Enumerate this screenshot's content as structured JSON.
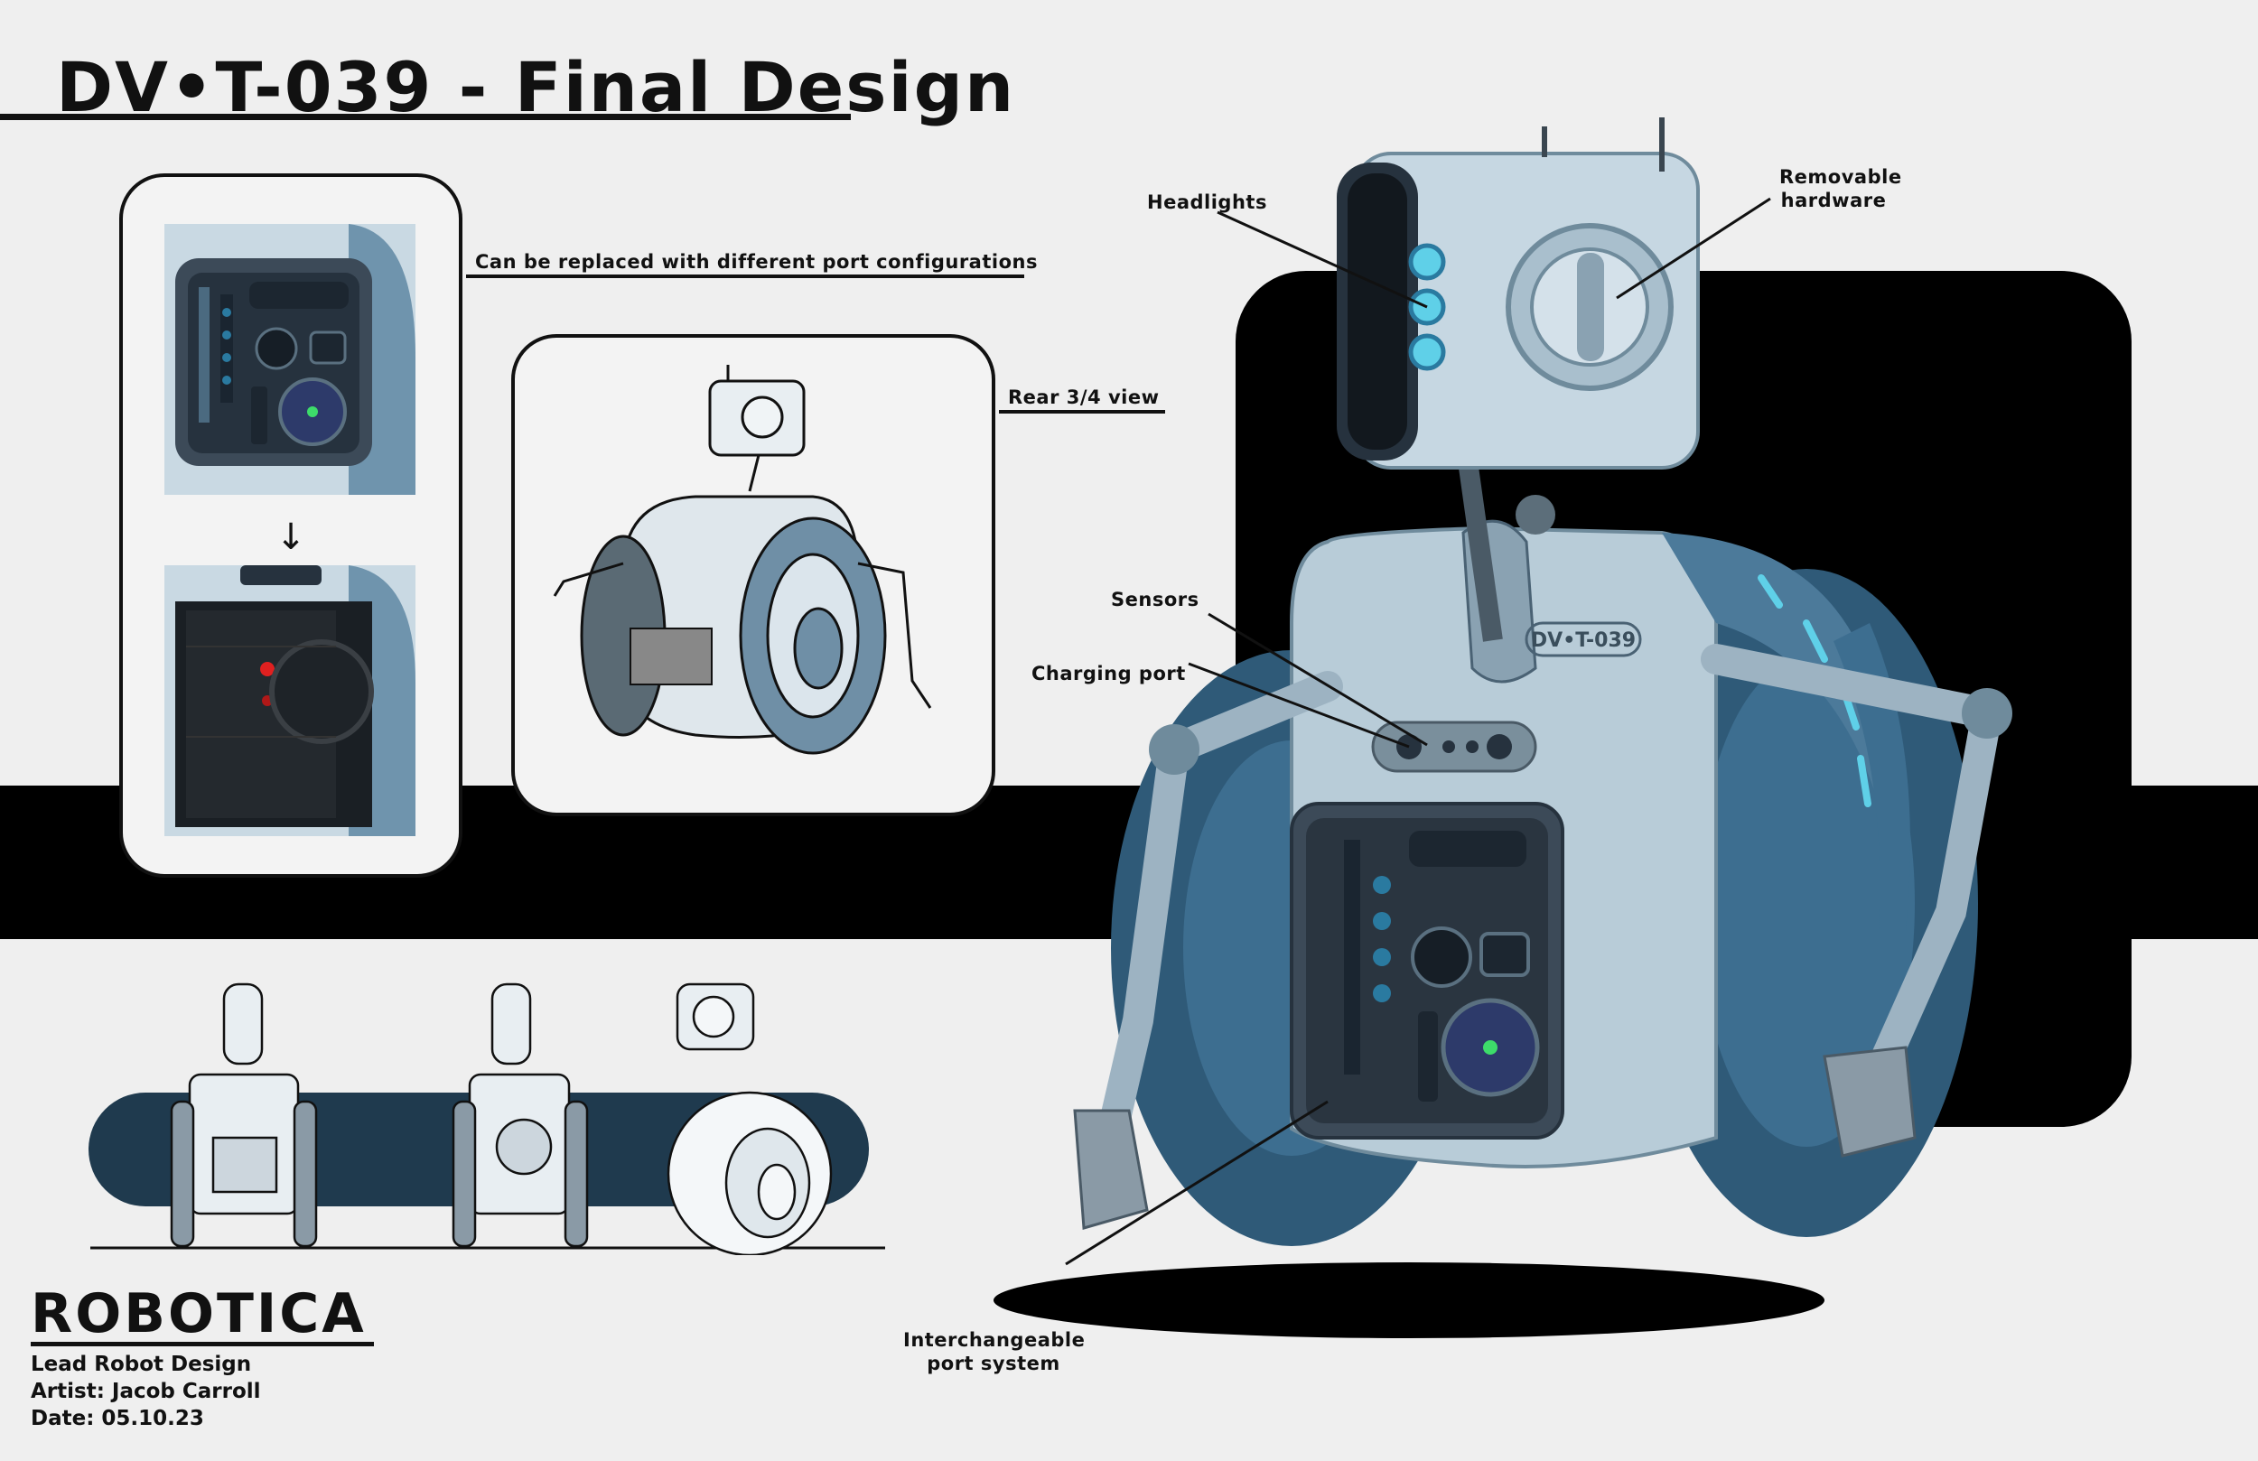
{
  "sheet": {
    "title": "DV•T-039 - Final Design",
    "callouts": {
      "port_note": "Can be replaced with different port configurations",
      "rear_view": "Rear 3/4 view",
      "headlights": "Headlights",
      "removable_line1": "Removable",
      "removable_line2": "hardware",
      "sensors": "Sensors",
      "charging": "Charging port",
      "interchangeable_line1": "Interchangeable",
      "interchangeable_line2": "port system"
    },
    "body_label": "DV•T-039",
    "brand": "ROBOTICA",
    "credits": {
      "role": "Lead Robot Design",
      "artist": "Artist: Jacob Carroll",
      "date": "Date: 05.10.23"
    }
  },
  "colors": {
    "background": "#efefef",
    "ink": "#111111",
    "robot_body": "#b8ccd8",
    "robot_wheel": "#2f5a78",
    "accent_glow": "#5fd0e8",
    "port_green": "#3ddc6a",
    "port_red": "#e02020"
  },
  "icons": [
    "down-arrow-icon",
    "green-led-icon",
    "red-led-icon"
  ]
}
